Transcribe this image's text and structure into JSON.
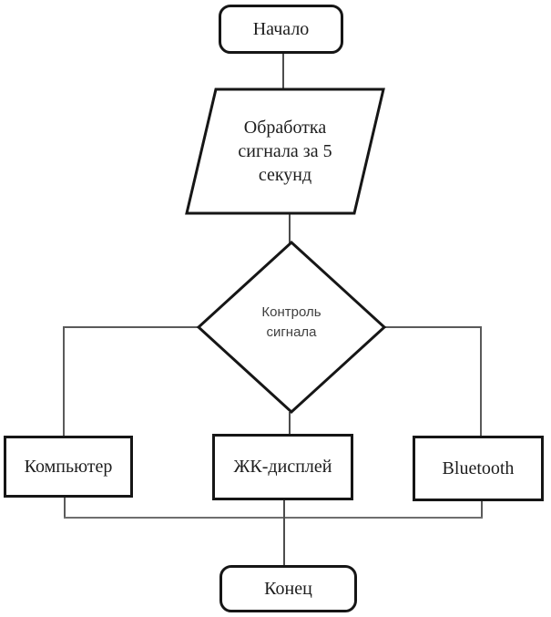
{
  "diagram": {
    "kind": "flowchart",
    "language": "Russian",
    "colors": {
      "background": "#ffffff",
      "shape_border": "#161616",
      "connector": "#4d4d4d",
      "label_text": "#1d1d1d",
      "decision_text": "#404040"
    },
    "nodes": {
      "start": {
        "label": "Начало",
        "shape": "rounded-rectangle"
      },
      "process": {
        "label": "Обработка сигнала за 5 секунд",
        "lines": [
          "Обработка",
          "сигнала за 5",
          "секунд"
        ],
        "shape": "parallelogram"
      },
      "decision": {
        "label": "Контроль сигнала",
        "lines": [
          "Контроль",
          "сигнала"
        ],
        "shape": "diamond"
      },
      "computer": {
        "label": "Компьютер",
        "shape": "rectangle"
      },
      "lcd": {
        "label": "ЖК-дисплей",
        "shape": "rectangle"
      },
      "bluetooth": {
        "label": "Bluetooth",
        "shape": "rectangle"
      },
      "end": {
        "label": "Конец",
        "shape": "rounded-rectangle"
      }
    },
    "edges": [
      {
        "from": "start",
        "to": "process",
        "style": "plain-line"
      },
      {
        "from": "process",
        "to": "decision",
        "style": "plain-line"
      },
      {
        "from": "decision",
        "to": "computer",
        "style": "plain-line"
      },
      {
        "from": "decision",
        "to": "lcd",
        "style": "plain-line"
      },
      {
        "from": "decision",
        "to": "bluetooth",
        "style": "plain-line"
      },
      {
        "from": "computer",
        "to": "end",
        "style": "plain-line"
      },
      {
        "from": "lcd",
        "to": "end",
        "style": "plain-line"
      },
      {
        "from": "bluetooth",
        "to": "end",
        "style": "plain-line"
      }
    ]
  }
}
